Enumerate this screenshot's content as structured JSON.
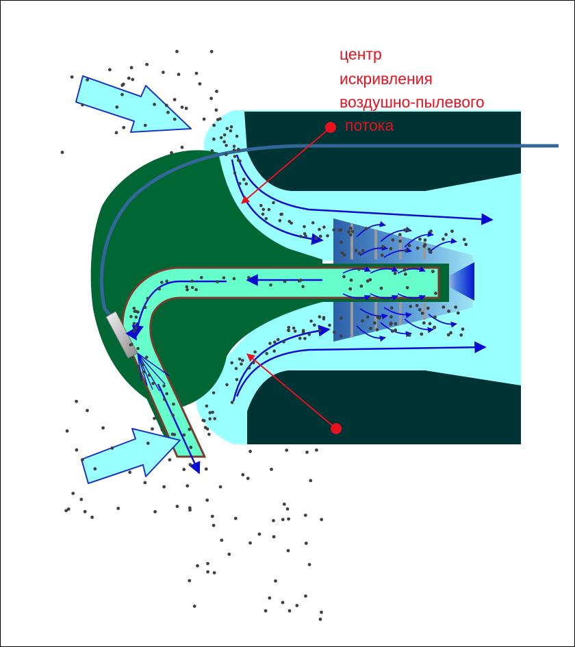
{
  "annotation": {
    "lines": [
      "центр",
      "искривления",
      "воздушно-пылевого",
      "потока"
    ]
  },
  "colors": {
    "annotation": "#e8121e",
    "duct_dark": "#003333",
    "body_green": "#006633",
    "flow_light": "#99ffff",
    "channel_mint": "#66ffcc",
    "arrows": "#0a0ad2",
    "pipe": "#336699",
    "dust": "#404040",
    "big_arrow_fill": "#99ffff",
    "big_arrow_stroke": "#1a33cc"
  },
  "icons": {
    "inflow_top": "wide-arrow-right",
    "inflow_bottom": "wide-arrow-right",
    "markers": "red-dot"
  }
}
